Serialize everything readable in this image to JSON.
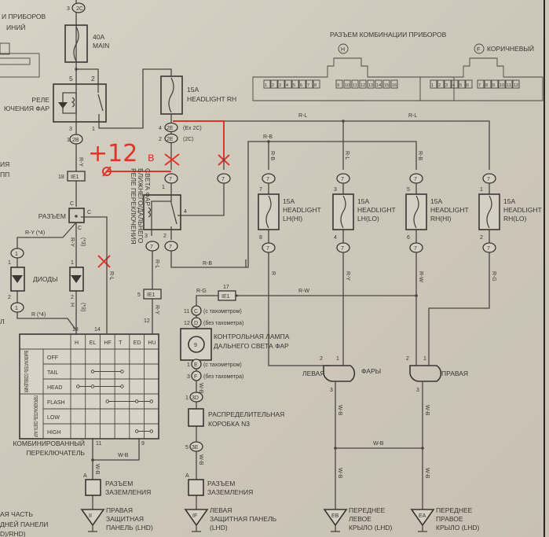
{
  "colors": {
    "wire": "#4a4540",
    "annotation": "#e0342a",
    "paper": "#d6d0c4"
  },
  "partial_labels": {
    "top_left_1": "И ПРИБОРОВ",
    "top_left_2": "ИНИЙ",
    "mid_left_1": "ИЯ",
    "mid_left_2": "ПП",
    "mid_left_3": "Л",
    "bottom_left_1": "АЯ ЧАСТЬ",
    "bottom_left_2": "ДНЕЙ ПАНЕЛИ",
    "bottom_left_3": "D)/RHD)"
  },
  "main_fuse": {
    "rating": "40A",
    "name": "MAIN",
    "connector": "2C",
    "pin": "3"
  },
  "relay_main": {
    "line1": "РЕЛЕ",
    "line2": "ЮЧЕНИЯ ФАР",
    "pin5": "5",
    "pin2": "2",
    "pin3": "3",
    "pin1": "1",
    "connector": "2B",
    "conn_pin": "1"
  },
  "fuse_rh": {
    "rating": "15A",
    "name": "HEADLIGHT RH",
    "conn": "2E",
    "pin4": "4",
    "pin2": "2",
    "note1": "(Ex   2C)",
    "note2": "(2C)"
  },
  "annotation": {
    "voltage": "+12",
    "unit": "в"
  },
  "dimmer_relay": {
    "title1": "РЕЛЕ ПЕРЕКЛЮЧЕНИЯ",
    "title2": "БЛИЖНЕГО/ДАЛЬНЕГО",
    "title3": "СВЕТА ФАР",
    "pin1": "1",
    "pin2": "2",
    "pin3": "3",
    "pin4": "4",
    "conn": "7"
  },
  "ie1": {
    "label": "IE1",
    "pin18": "18",
    "pin5": "5",
    "pin17": "17"
  },
  "connector_junction": {
    "label": "РАЗЪЕМ",
    "c": "C"
  },
  "diodes": {
    "label": "ДИОДЫ",
    "conn": "1",
    "pin1": "1",
    "pin2": "2",
    "note4": "(*4)",
    "note3": "(*3)"
  },
  "wires": {
    "ry": "R-Y",
    "rl": "R-L",
    "rb": "R-B",
    "rg": "R-G",
    "rw": "R-W",
    "r": "R",
    "wb": "W-B",
    "h": "H",
    "ry4": "R-Y (*4)",
    "r4": "R (*4)"
  },
  "instrument_connector": {
    "title": "РАЗЪЕМ КОМБИНАЦИИ ПРИБОРОВ",
    "h_label": "H",
    "f_label": "F",
    "f_color": "КОРИЧНЕВЫЙ",
    "h_pins": [
      "1",
      "2",
      "3",
      "4",
      "5",
      "6",
      "7",
      "8",
      "9",
      "10",
      "11",
      "12",
      "13",
      "14",
      "15",
      "16"
    ],
    "f_pins": [
      "1",
      "2",
      "3",
      "4",
      "5",
      "6",
      "7",
      "8",
      "9",
      "10",
      "11",
      "12"
    ]
  },
  "fuses": [
    {
      "rating": "15A",
      "name": "HEADLIGHT",
      "side": "LH(HI)",
      "pin_in": "7",
      "pin_out": "8"
    },
    {
      "rating": "15A",
      "name": "HEADLIGHT",
      "side": "LH(LO)",
      "pin_in": "3",
      "pin_out": "4"
    },
    {
      "rating": "15A",
      "name": "HEADLIGHT",
      "side": "RH(HI)",
      "pin_in": "5",
      "pin_out": "6"
    },
    {
      "rating": "15A",
      "name": "HEADLIGHT",
      "side": "RH(LO)",
      "pin_in": "1",
      "pin_out": "2"
    }
  ],
  "conn7": "7",
  "switch_table": {
    "pins": {
      "p13": "13",
      "p14": "14",
      "p12": "12",
      "p11": "11",
      "p9": "9"
    },
    "columns": [
      "H",
      "EL",
      "HF",
      "T",
      "ED",
      "HU"
    ],
    "group1": "ВЫКЛЮЧАТЕЛЬ ОСВЕЩЕНИЯ",
    "group2": "ПЕРЕКЛЮЧАТЕЛЬ СВЕТА ФАР",
    "rows": [
      "OFF",
      "TAIL",
      "HEAD",
      "FLASH",
      "LOW",
      "HIGH"
    ],
    "name1": "КОМБИНИРОВАННЫЙ",
    "name2": "ПЕРЕКЛЮЧАТЕЛЬ"
  },
  "indicator": {
    "c": "C",
    "d": "D",
    "e": "E",
    "f": "F",
    "p11": "11",
    "p12": "12",
    "p1": "1",
    "p3": "3",
    "with_tach": "(с тахометром)",
    "without_tach": "(без тахометра)",
    "title1": "КОНТРОЛЬНАЯ ЛАМПА",
    "title2": "ДАЛЬНЕГО СВЕТА ФАР",
    "num": "9"
  },
  "junction_box": {
    "in": "3D",
    "in_pin": "1",
    "out": "3E",
    "out_pin": "5",
    "title1": "РАСПРЕДЕЛИТЕЛЬНАЯ",
    "title2": "КОРОБКА N3"
  },
  "ground_connector": {
    "pin": "A",
    "line1": "РАЗЪЕМ",
    "line2": "ЗАЗЕМЛЕНИЯ"
  },
  "grounds": [
    {
      "code": "II",
      "l1": "ПРАВАЯ",
      "l2": "ЗАЩИТНАЯ",
      "l3": "ПАНЕЛЬ (LHD)"
    },
    {
      "code": "IF",
      "l1": "ЛЕВАЯ",
      "l2": "ЗАЩИТНАЯ ПАНЕЛЬ",
      "l3": "(LHD)"
    },
    {
      "code": "EB",
      "l1": "ПЕРЕДНЕЕ",
      "l2": "ЛЕВОЕ",
      "l3": "КРЫЛО (LHD)"
    },
    {
      "code": "EA",
      "l1": "ПЕРЕДНЕЕ",
      "l2": "ПРАВОЕ",
      "l3": "КРЫЛО (LHD)"
    }
  ],
  "headlamps": {
    "left": "ЛЕВАЯ",
    "center": "ФАРЫ",
    "right": "ПРАВАЯ",
    "p1": "1",
    "p2": "2",
    "p3": "3"
  }
}
